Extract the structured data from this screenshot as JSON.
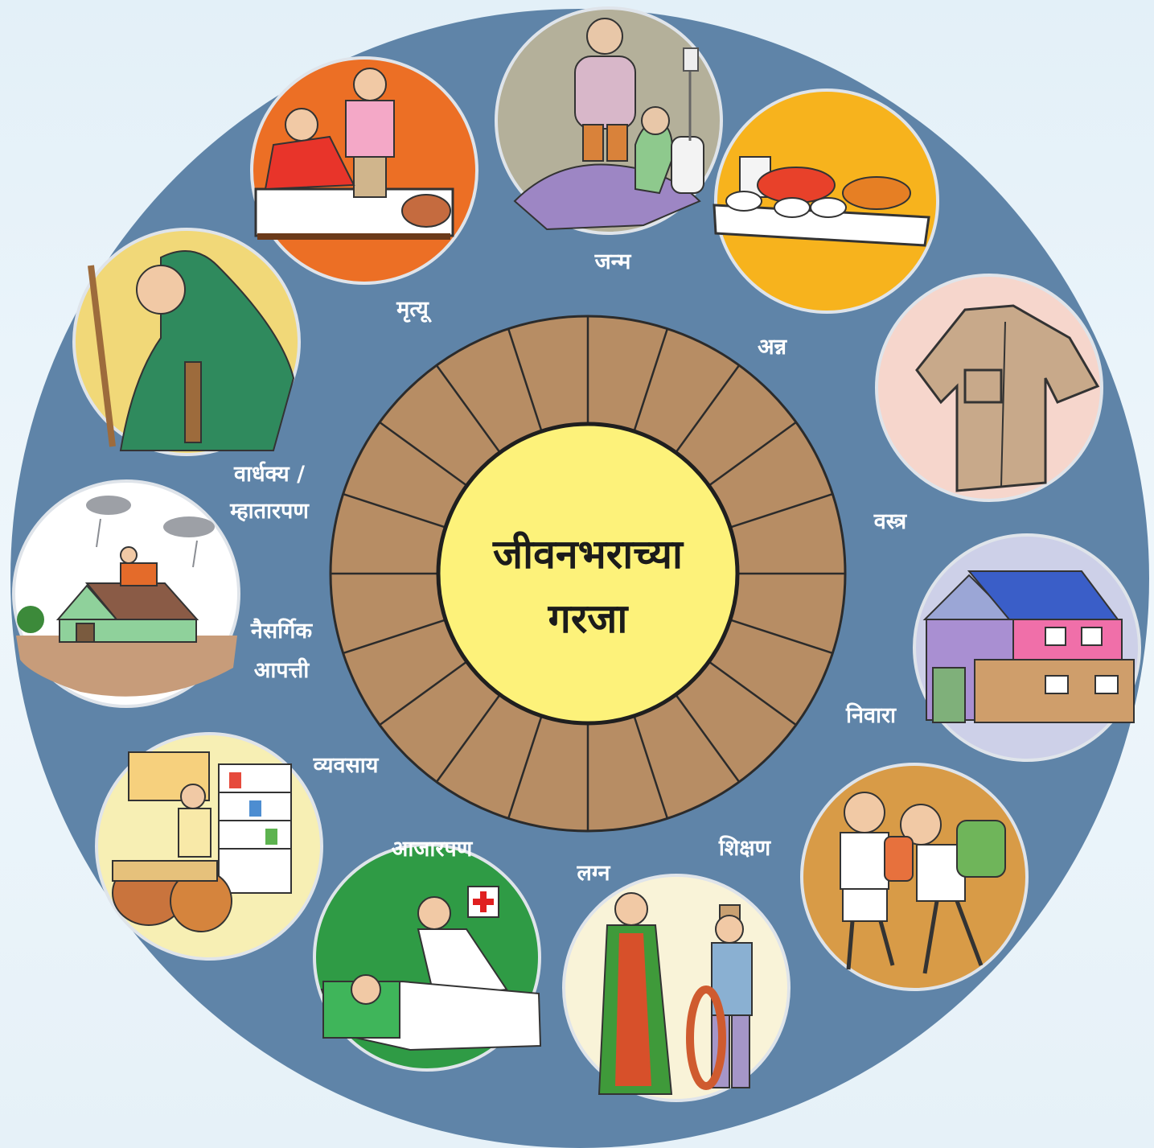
{
  "center": {
    "line1": "जीवनभराच्या",
    "line2": "गरजा"
  },
  "needs": [
    {
      "id": "birth",
      "label": "जन्म",
      "bg": "#b4b09a"
    },
    {
      "id": "food",
      "label": "अन्न",
      "bg": "#f7b31d"
    },
    {
      "id": "clothing",
      "label": "वस्त्र",
      "bg": "#f6d6cc"
    },
    {
      "id": "shelter",
      "label": "निवारा",
      "bg": "#cdd0e8"
    },
    {
      "id": "education",
      "label": "शिक्षण",
      "bg": "#d89b47"
    },
    {
      "id": "marriage",
      "label": "लग्न",
      "bg": "#f9f3d8"
    },
    {
      "id": "illness",
      "label": "आजारपण",
      "bg": "#2f9b45"
    },
    {
      "id": "business",
      "label": "व्यवसाय",
      "bg": "#f7efb4"
    },
    {
      "id": "disaster",
      "label_line1": "नैसर्गिक",
      "label_line2": "आपत्ती",
      "bg": "#ffffff"
    },
    {
      "id": "oldage",
      "label_line1": "वार्धक्य /",
      "label_line2": "म्हातारपण",
      "bg": "#f1d878"
    },
    {
      "id": "death",
      "label": "मृत्यू",
      "bg": "#ec6f25"
    }
  ],
  "colors": {
    "outer_ring": "#5f84a8",
    "wheel_sector": "#b78d64",
    "center_fill": "#fdf27a",
    "outline": "#2b2b2b"
  }
}
